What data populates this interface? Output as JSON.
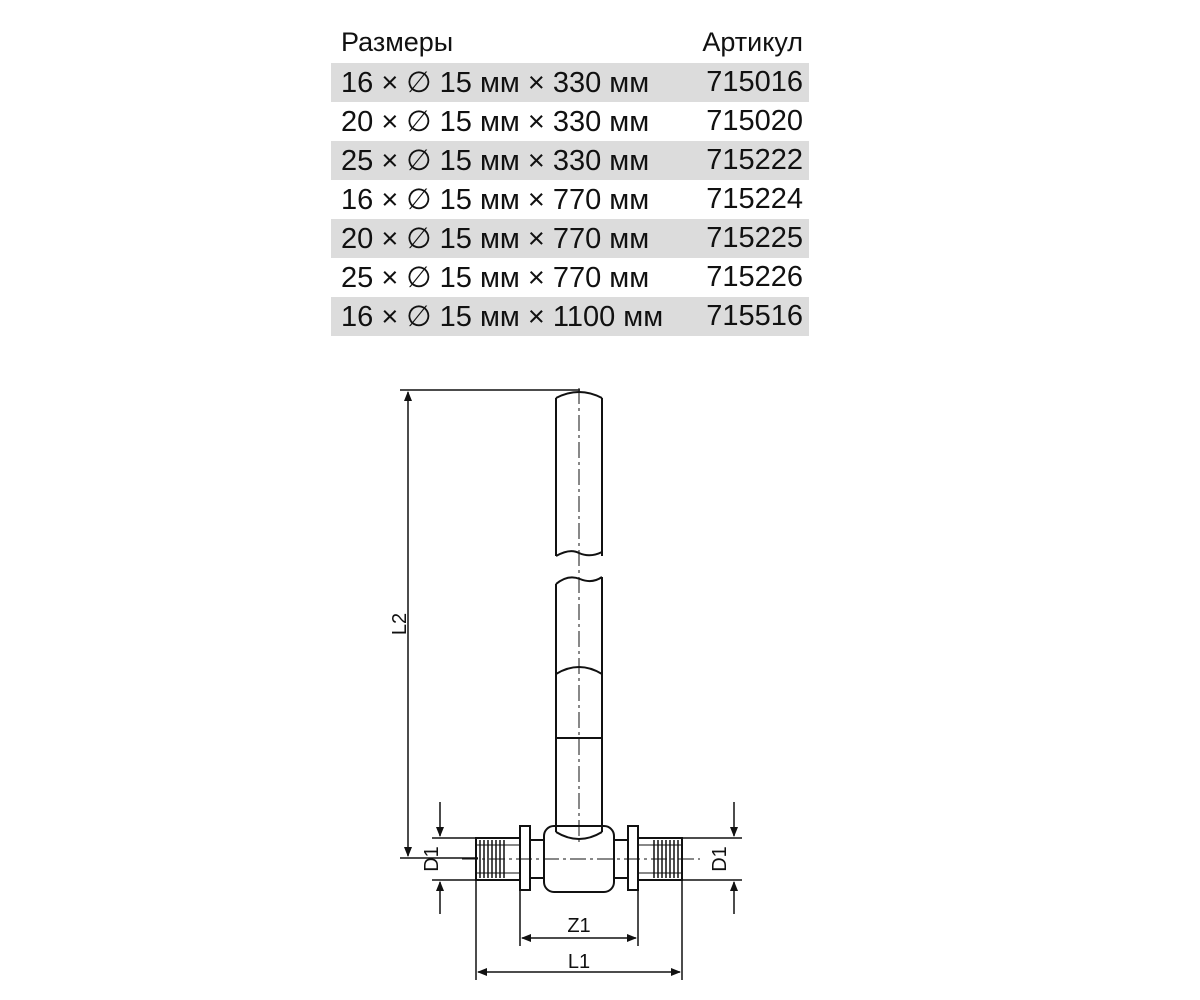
{
  "table": {
    "headers": {
      "size": "Размеры",
      "article": "Артикул"
    },
    "rows": [
      {
        "size": "16 × ∅ 15 мм × 330 мм",
        "article": "715016"
      },
      {
        "size": "20 × ∅ 15 мм × 330 мм",
        "article": "715020"
      },
      {
        "size": "25 × ∅ 15 мм × 330 мм",
        "article": "715222"
      },
      {
        "size": "16 × ∅ 15 мм × 770 мм",
        "article": "715224"
      },
      {
        "size": "20 × ∅ 15 мм × 770 мм",
        "article": "715225"
      },
      {
        "size": "25 × ∅ 15 мм × 770 мм",
        "article": "715226"
      },
      {
        "size": "16 × ∅ 15 мм × 1100 мм",
        "article": "715516"
      }
    ]
  },
  "drawing": {
    "labels": {
      "l2": "L2",
      "d1_left": "D1",
      "d1_right": "D1",
      "z1": "Z1",
      "l1": "L1"
    }
  }
}
